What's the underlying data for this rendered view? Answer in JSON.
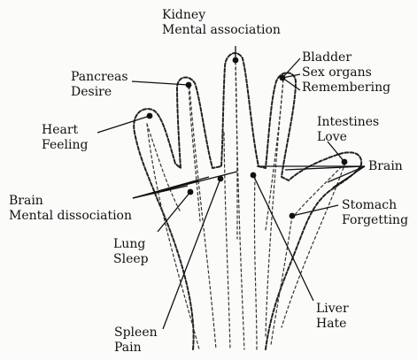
{
  "labels": {
    "kidney": [
      "Kidney",
      "Mental association"
    ],
    "pancreas": [
      "Pancreas",
      "Desire"
    ],
    "bladder": [
      "Bladder",
      "Sex organs",
      "Remembering"
    ],
    "heart": [
      "Heart",
      "Feeling"
    ],
    "intestines": [
      "Intestines",
      "Love"
    ],
    "brain_right": [
      "Brain"
    ],
    "brain_left": [
      "Brain",
      "Mental dissociation"
    ],
    "stomach": [
      "Stomach",
      "Forgetting"
    ],
    "lung": [
      "Lung",
      "Sleep"
    ],
    "liver": [
      "Liver",
      "Hate"
    ],
    "spleen": [
      "Spleen",
      "Pain"
    ]
  }
}
